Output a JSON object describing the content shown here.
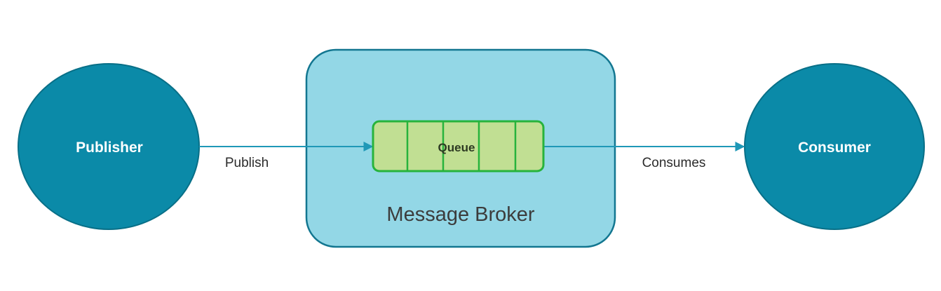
{
  "nodes": {
    "publisher": {
      "label": "Publisher"
    },
    "consumer": {
      "label": "Consumer"
    },
    "broker": {
      "label": "Message Broker"
    },
    "queue": {
      "label": "Queue",
      "slots": 5
    }
  },
  "edges": {
    "publish": {
      "label": "Publish"
    },
    "consumes": {
      "label": "Consumes"
    }
  },
  "colors": {
    "node_fill": "#0b8aa8",
    "node_stroke": "#086f87",
    "broker_fill": "#93d7e6",
    "broker_stroke": "#127690",
    "queue_fill": "#c1df93",
    "queue_stroke": "#27b33c",
    "arrow": "#1f98b7"
  }
}
